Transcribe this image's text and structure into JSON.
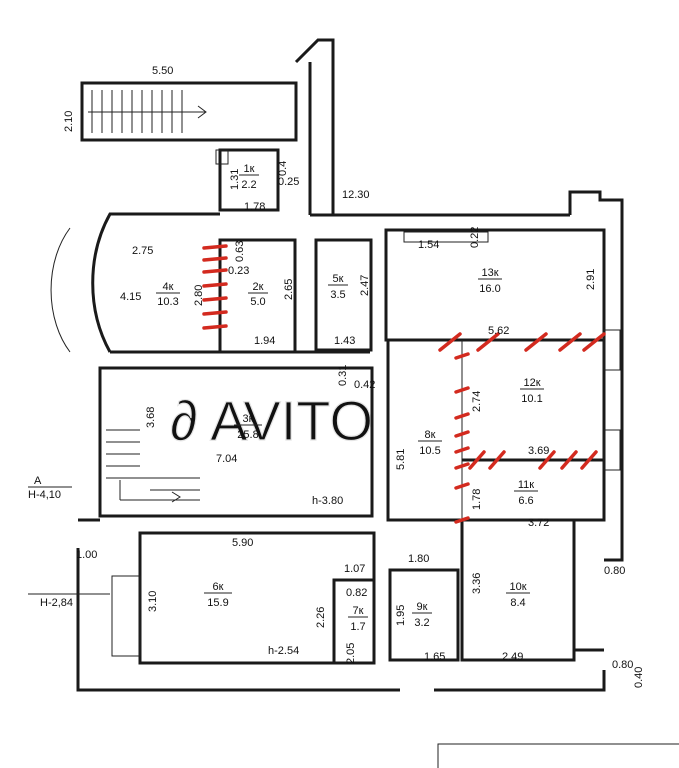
{
  "dimensions": {
    "stair_width": "5.50",
    "stair_height": "2.10",
    "r1_w": "1.31",
    "r1_h": "0.4",
    "r1_small": "0.25",
    "corridor_len": "12.30",
    "d178": "1.78",
    "d275": "2.75",
    "d063": "0.63",
    "d023": "0.23",
    "d415": "4.15",
    "d280": "2.80",
    "d265": "2.65",
    "d247": "2.47",
    "d143": "1.43",
    "d194": "1.94",
    "d154": "1.54",
    "d022": "0.22",
    "d291": "2.91",
    "d562": "5.62",
    "d031": "0.31",
    "d042": "0.42",
    "d368": "3.68",
    "d704": "7.04",
    "d581": "5.81",
    "d274": "2.74",
    "d369": "3.69",
    "d178b": "1.78",
    "d372": "3.72",
    "d590": "5.90",
    "d100": "1.00",
    "d180": "1.80",
    "d107": "1.07",
    "d082": "0.82",
    "d310": "3.10",
    "d226": "2.26",
    "d205": "2.05",
    "d195": "1.95",
    "d336": "3.36",
    "d080a": "0.80",
    "d165": "1.65",
    "d249": "2.49",
    "d080b": "0.80",
    "d040": "0.40"
  },
  "levels": {
    "axis_letter": "A",
    "h_4_10": "Н-4,10",
    "h_2_84": "Н-2,84",
    "h_3_80": "h-3.80",
    "h_2_54": "h-2.54"
  },
  "rooms": [
    {
      "id": "1к",
      "area": "2.2"
    },
    {
      "id": "2к",
      "area": "5.0"
    },
    {
      "id": "3к",
      "area": "25.8"
    },
    {
      "id": "4к",
      "area": "10.3"
    },
    {
      "id": "5к",
      "area": "3.5"
    },
    {
      "id": "6к",
      "area": "15.9"
    },
    {
      "id": "7к",
      "area": "1.7"
    },
    {
      "id": "8к",
      "area": "10.5"
    },
    {
      "id": "9к",
      "area": "3.2"
    },
    {
      "id": "10к",
      "area": "8.4"
    },
    {
      "id": "11к",
      "area": "6.6"
    },
    {
      "id": "12к",
      "area": "10.1"
    },
    {
      "id": "13к",
      "area": "16.0"
    }
  ],
  "colors": {
    "wall": "#1a1a1a",
    "markup_red": "#d32a1f",
    "watermark": "#e4e4e4"
  }
}
